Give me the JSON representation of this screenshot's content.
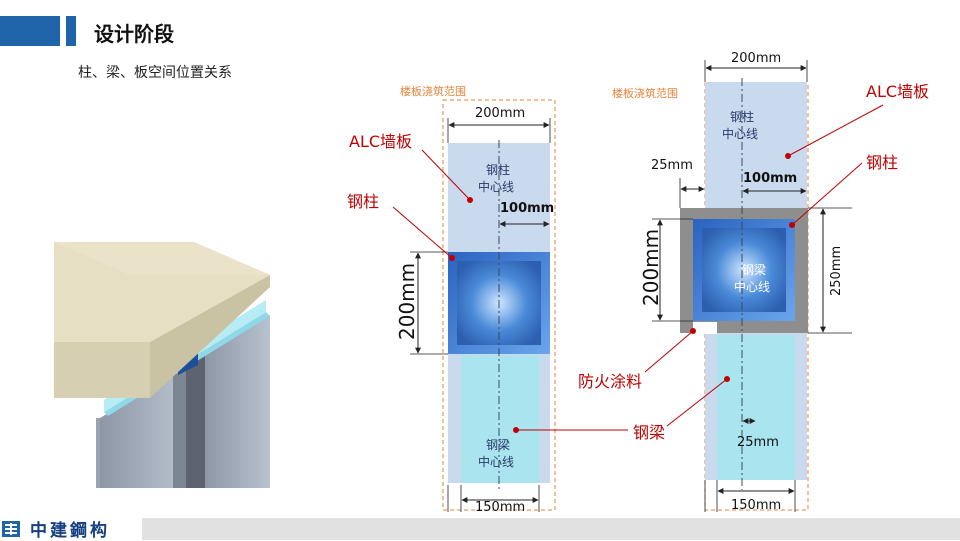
{
  "header": {
    "title": "设计阶段",
    "subtitle": "柱、梁、板空间位置关系"
  },
  "footer": {
    "brand": "中建鋼构"
  },
  "left_detail": {
    "slab_range": "楼板浇筑范围",
    "wall_label": "ALC墙板",
    "column_label": "钢柱",
    "column_centerline": "钢柱\n中心线",
    "beam_centerline": "钢梁\n中心线",
    "beam_label": "钢梁",
    "dim_wall_width": "200mm",
    "dim_offset": "100mm",
    "dim_column": "200mm",
    "dim_beam_width": "150mm"
  },
  "right_detail": {
    "slab_range": "楼板浇筑范围",
    "wall_label": "ALC墙板",
    "column_label": "钢柱",
    "column_centerline": "钢柱\n中心线",
    "beam_centerline": "钢梁\n中心线",
    "fireproof_label": "防火涂料",
    "dim_wall_width": "200mm",
    "dim_coating": "25mm",
    "dim_offset": "100mm",
    "dim_column": "200mm",
    "dim_column_outer": "250mm",
    "dim_beam_offset": "25mm",
    "dim_beam_width": "150mm"
  },
  "colors": {
    "brand_blue": "#1f64a8",
    "callout_red": "#c00000",
    "wall_fill": "#c9d9ee",
    "column_blue": "#3e7cd0",
    "beam_fill": "#a9e4ef",
    "coating_gray": "#8e8e8e",
    "slab_dashed": "#e8823a"
  }
}
